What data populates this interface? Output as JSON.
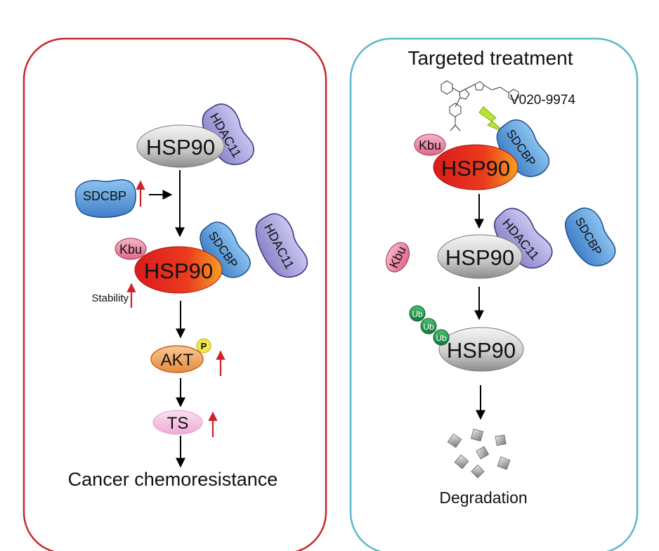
{
  "left_panel": {
    "hsp90_top": "HSP90",
    "hdac11_top": "HDAC11",
    "sdcbp_side": "SDCBP",
    "kbu": "Kbu",
    "hsp90_mid": "HSP90",
    "sdcbp_mid": "SDCBP",
    "hdac11_mid": "HDAC11",
    "stability": "Stability",
    "akt": "AKT",
    "p": "P",
    "ts": "TS",
    "outcome": "Cancer chemoresistance"
  },
  "right_panel": {
    "title": "Targeted treatment",
    "drug_name": "V020-9974",
    "kbu_bound": "Kbu",
    "hsp90_red": "HSP90",
    "sdcbp_bound": "SDCBP",
    "kbu_free": "Kbu",
    "hsp90_mid": "HSP90",
    "hdac11": "HDAC11",
    "sdcbp_free": "SDCBP",
    "ub_labels": [
      "Ub",
      "Ub",
      "Ub"
    ],
    "hsp90_ub": "HSP90",
    "outcome": "Degradation"
  },
  "colors": {
    "left_border": "#c8262b",
    "right_border": "#5bb8c8",
    "up_arrow": "#d0202a",
    "hsp90_red": "#e8321e",
    "sdcbp_blue": "#5b9ad8",
    "hdac11_purple": "#a8a4dc",
    "kbu_pink": "#ea8aa6",
    "akt_orange": "#f0a05a",
    "p_yellow": "#f2e84a",
    "ts_pink": "#f4c0e0",
    "ub_green": "#1e9e50",
    "bolt_green": "#b6e62a"
  }
}
